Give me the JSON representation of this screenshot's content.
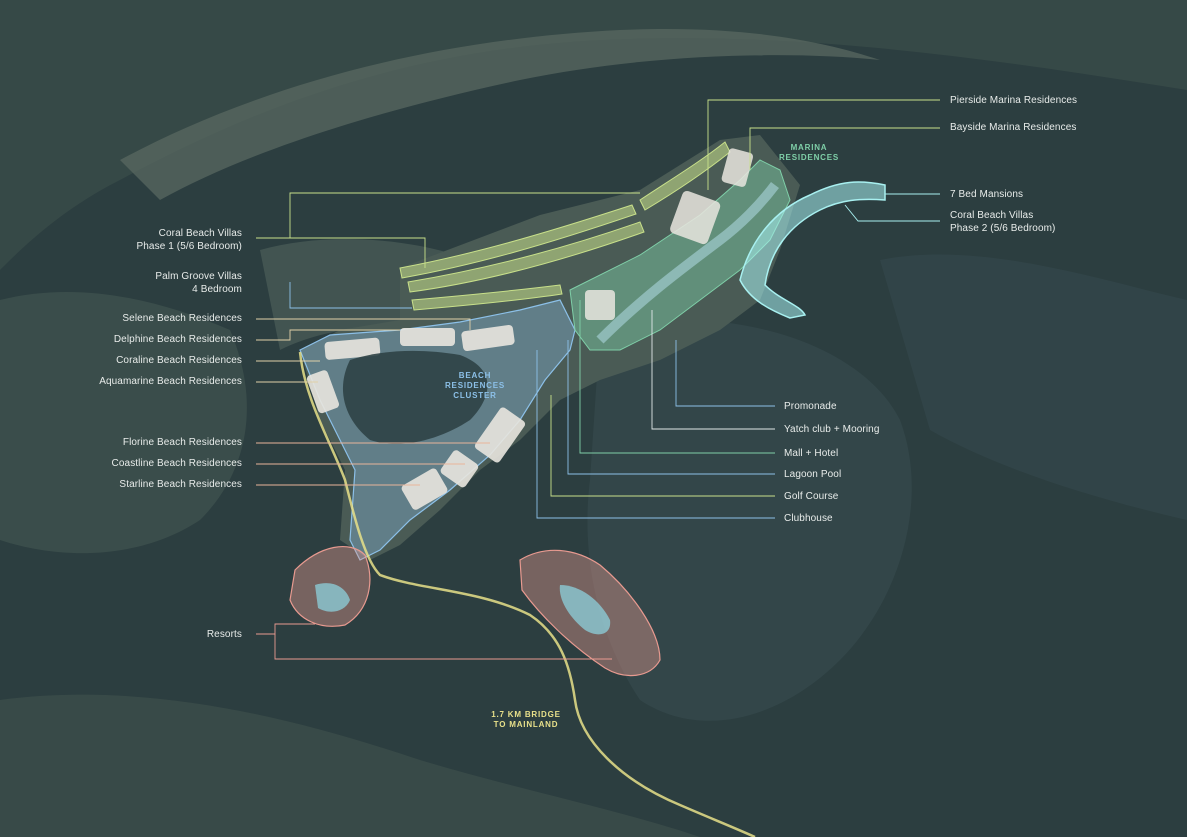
{
  "colors": {
    "background": "#2c3e40",
    "land": "#4a5b55",
    "villas": "#c8e08a",
    "beach": "#8cc0e8",
    "marina": "#7fcfa8",
    "mansions": "#a8f0f0",
    "resorts": "#e89a90",
    "bridge": "#e8e08a"
  },
  "zones": {
    "marina": "MARINA\nRESIDENCES",
    "beach": "BEACH\nRESIDENCES\nCLUSTER",
    "bridge": "1.7 KM BRIDGE\nTO MAINLAND"
  },
  "labels_left": {
    "coral_phase1": "Coral Beach Villas\nPhase 1 (5/6 Bedroom)",
    "palm_groove": "Palm Groove Villas\n4 Bedroom",
    "selene": "Selene Beach Residences",
    "delphine": "Delphine Beach Residences",
    "coraline": "Coraline Beach Residences",
    "aquamarine": "Aquamarine Beach Residences",
    "florine": "Florine Beach Residences",
    "coastline": "Coastline Beach Residences",
    "starline": "Starline Beach Residences",
    "resorts": "Resorts"
  },
  "labels_right": {
    "pierside": "Pierside Marina Residences",
    "bayside": "Bayside Marina Residences",
    "mansions": "7 Bed Mansions",
    "coral_phase2": "Coral Beach Villas\nPhase 2 (5/6 Bedroom)",
    "promenade": "Promonade",
    "yacht": "Yatch club + Mooring",
    "mall": "Mall + Hotel",
    "lagoon": "Lagoon Pool",
    "golf": "Golf Course",
    "clubhouse": "Clubhouse"
  }
}
